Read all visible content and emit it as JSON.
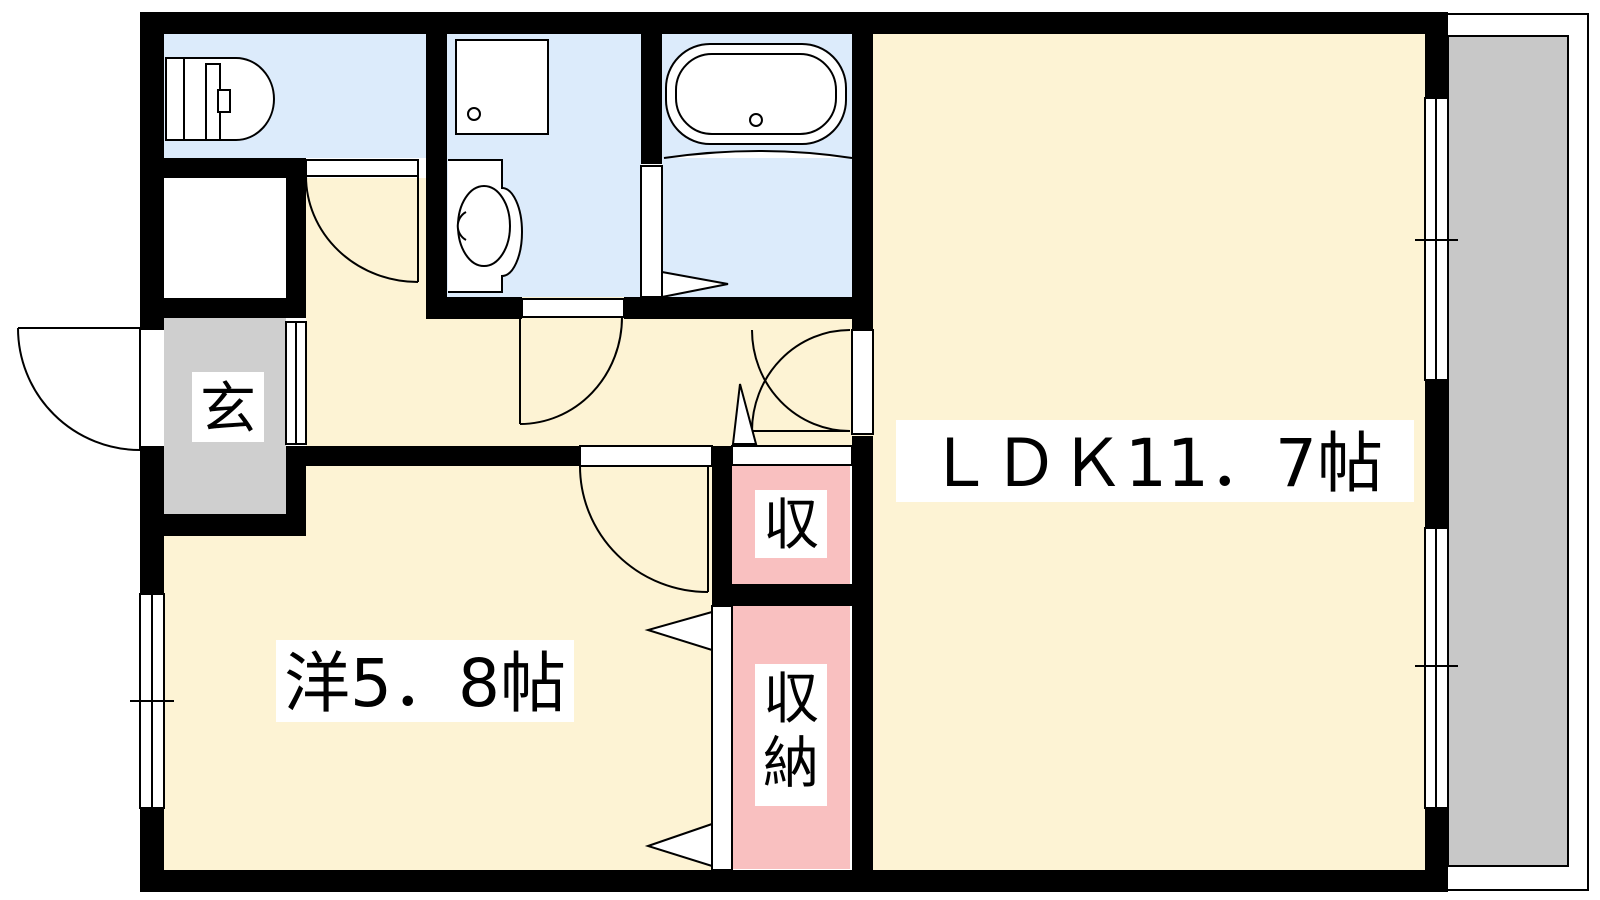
{
  "floor_plan": {
    "rooms": {
      "ldk": {
        "label": "ＬＤＫ11．7帖"
      },
      "western": {
        "label": "洋5．8帖"
      },
      "entrance": {
        "label": "玄"
      },
      "storage_small": {
        "label": "収"
      },
      "storage_large": {
        "label": "収\n納"
      }
    },
    "colors": {
      "living_floor": "#fdf3d4",
      "wet_area": "#dcebfb",
      "storage": "#f9c0c0",
      "entrance": "#cfcfcf",
      "balcony": "#c8c8c8",
      "wall": "#000000"
    }
  }
}
